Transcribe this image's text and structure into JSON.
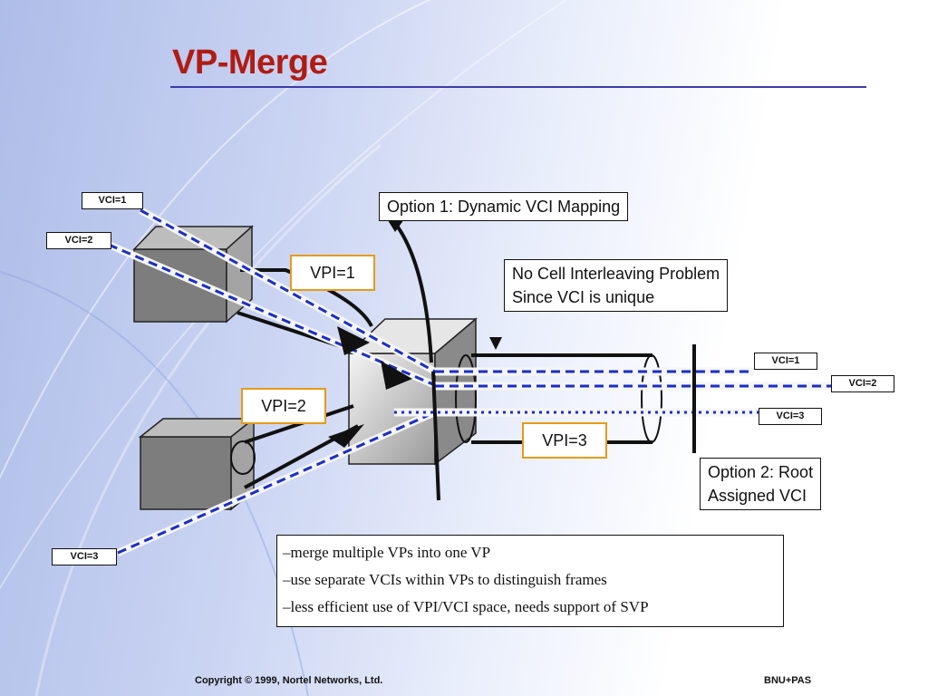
{
  "title": "VP-Merge",
  "vci_labels": {
    "in_vci1": "VCI=1",
    "in_vci2": "VCI=2",
    "in_vci3": "VCI=3",
    "out_vci1": "VCI=1",
    "out_vci2": "VCI=2",
    "out_vci3": "VCI=3"
  },
  "vpi_labels": {
    "vpi1": "VPI=1",
    "vpi2": "VPI=2",
    "vpi3": "VPI=3"
  },
  "callouts": {
    "option1": "Option 1: Dynamic VCI Mapping",
    "no_interleave_line1": "No Cell Interleaving Problem",
    "no_interleave_line2": "Since VCI is unique",
    "option2_line1": "Option 2: Root",
    "option2_line2": "Assigned VCI"
  },
  "bullets": [
    "–merge multiple VPs into one VP",
    "–use separate VCIs within VPs to distinguish frames",
    "–less efficient use of VPI/VCI space, needs support of SVP"
  ],
  "footer": {
    "copyright": "Copyright © 1999, Nortel Networks, Ltd.",
    "right": "BNU+PAS"
  },
  "colors": {
    "title": "#b01c14",
    "vpi_border": "#e89a18",
    "link_blue": "#1a2ec8"
  }
}
